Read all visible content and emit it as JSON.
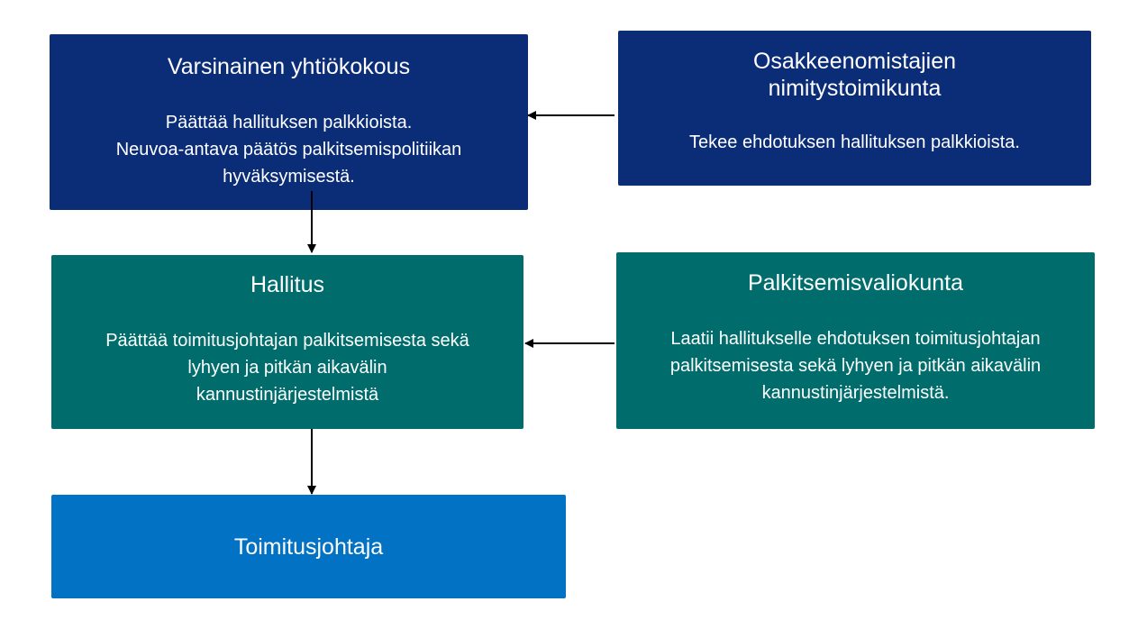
{
  "agm": {
    "title": "Varsinainen yhtiökokous",
    "description": "Päättää hallituksen palkkioista.\nNeuvoa-antava päätös palkitsemispolitiikan\nhyväksymisestä."
  },
  "nomination_board": {
    "title": "Osakkeenomistajien\nnimitystoimikunta",
    "description": "Tekee ehdotuksen hallituksen palkkioista."
  },
  "board": {
    "title": "Hallitus",
    "description": "Päättää toimitusjohtajan palkitsemisesta sekä\nlyhyen ja pitkän aikavälin\nkannustinjärjestelmistä"
  },
  "remuneration_committee": {
    "title": "Palkitsemisvaliokunta",
    "description": "Laatii hallitukselle ehdotuksen toimitusjohtajan\npalkitsemisesta sekä lyhyen ja pitkän aikavälin\nkannustinjärjestelmistä."
  },
  "ceo": {
    "title": "Toimitusjohtaja"
  },
  "colors": {
    "dark_blue": "#0b2d78",
    "teal": "#006c6c",
    "blue": "#0272c4",
    "arrow": "#000000"
  }
}
